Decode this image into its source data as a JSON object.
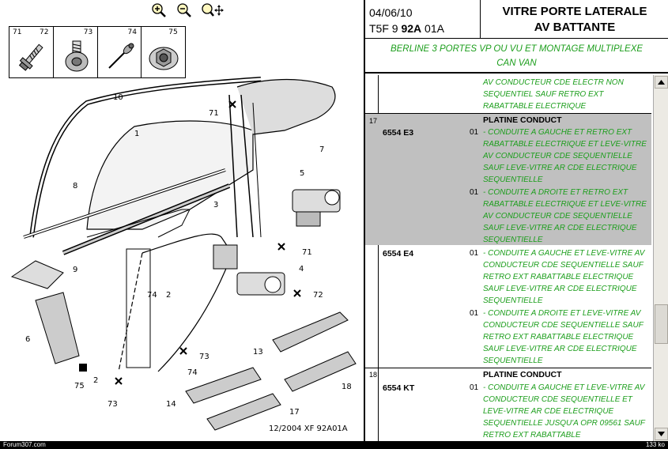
{
  "toolbar": {
    "zoom_in": "zoom-in",
    "zoom_out": "zoom-out",
    "zoom_pan": "zoom-pan"
  },
  "fastener_thumbs": [
    {
      "nums": [
        "71",
        "72"
      ]
    },
    {
      "nums": [
        "73"
      ]
    },
    {
      "nums": [
        "74"
      ]
    },
    {
      "nums": [
        "75"
      ]
    }
  ],
  "diagram": {
    "callouts": [
      "10",
      "1",
      "8",
      "9",
      "71",
      "7",
      "5",
      "3",
      "71",
      "4",
      "72",
      "74",
      "2",
      "6",
      "75",
      "2",
      "73",
      "73",
      "74",
      "13",
      "18",
      "14",
      "17"
    ],
    "date_ref": "12/2004   XF 92A01A"
  },
  "header": {
    "date": "04/06/10",
    "code_prefix": "T5F 9 ",
    "code_bold": "92A",
    "code_suffix": " 01A",
    "title_line1": "VITRE PORTE LATERALE",
    "title_line2": "AV BATTANTE"
  },
  "subtitle": {
    "line1": "BERLINE 3 PORTES VP OU VU ET MONTAGE MULTIPLEXE",
    "line2": "CAN VAN"
  },
  "parts": {
    "top_desc": "AV CONDUCTEUR CDE ELECTR NON SEQUENTIEL SAUF RETRO EXT RABATTABLE ELECTRIQUE",
    "row17_num": "17",
    "row17_name": "PLATINE CONDUCT",
    "e3_ref": "6554 E3",
    "e3_qty1": "01",
    "e3_desc1": "- CONDUITE A GAUCHE ET RETRO EXT RABATTABLE ELECTRIQUE ET LEVE-VITRE AV CONDUCTEUR CDE SEQUENTIELLE SAUF LEVE-VITRE AR CDE ELECTRIQUE SEQUENTIELLE",
    "e3_qty2": "01",
    "e3_desc2": "- CONDUITE A DROITE ET RETRO EXT RABATTABLE ELECTRIQUE ET LEVE-VITRE AV CONDUCTEUR CDE SEQUENTIELLE SAUF LEVE-VITRE AR CDE ELECTRIQUE SEQUENTIELLE",
    "e4_ref": "6554 E4",
    "e4_qty1": "01",
    "e4_desc1": "- CONDUITE A GAUCHE ET LEVE-VITRE AV CONDUCTEUR CDE SEQUENTIELLE SAUF RETRO EXT RABATTABLE ELECTRIQUE SAUF LEVE-VITRE AR CDE ELECTRIQUE SEQUENTIELLE",
    "e4_qty2": "01",
    "e4_desc2": "- CONDUITE A DROITE ET LEVE-VITRE AV CONDUCTEUR CDE SEQUENTIELLE SAUF RETRO EXT RABATTABLE ELECTRIQUE SAUF LEVE-VITRE AR CDE ELECTRIQUE SEQUENTIELLE",
    "row18_num": "18",
    "row18_name": "PLATINE CONDUCT",
    "kt_ref": "6554 KT",
    "kt_qty1": "01",
    "kt_desc1": "- CONDUITE A GAUCHE ET LEVE-VITRE AV CONDUCTEUR CDE SEQUENTIELLE ET LEVE-VITRE AR CDE ELECTRIQUE SEQUENTIELLE JUSQU'A OPR 09561 SAUF RETRO EXT RABATTABLE"
  },
  "status": {
    "left": "Forum307.com",
    "right": "133 ko"
  },
  "colors": {
    "green_text": "#1c9e1c",
    "highlight": "#c0c0c0"
  }
}
